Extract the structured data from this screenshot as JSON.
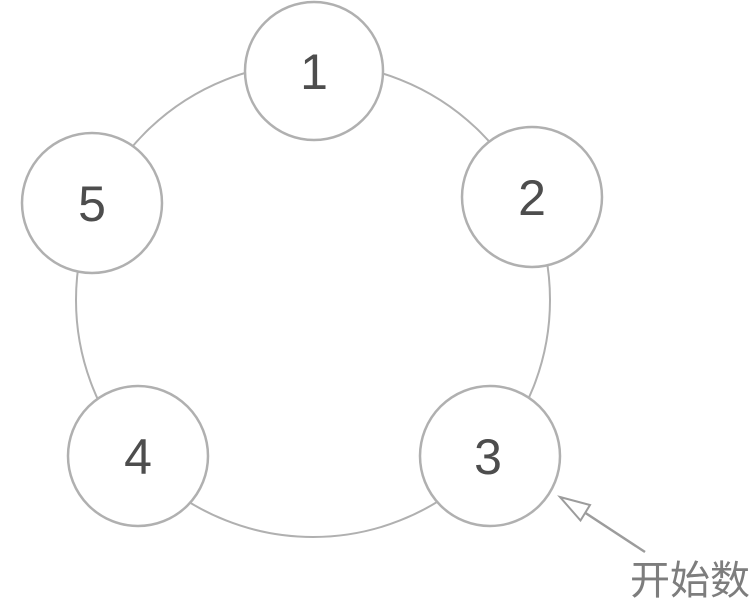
{
  "page": {
    "background": "#ffffff"
  },
  "diagram": {
    "type": "circle-of-numbered-nodes",
    "colors": {
      "ring_stroke": "#b0b0b0",
      "node_fill": "#ffffff",
      "node_stroke": "#b0b0b0",
      "number_text": "#4d4d4d",
      "arrow": "#9c9c9c",
      "annotation_text": "#7d7d7d"
    },
    "nodes": [
      {
        "label": "1"
      },
      {
        "label": "2"
      },
      {
        "label": "3"
      },
      {
        "label": "4"
      },
      {
        "label": "5"
      }
    ],
    "annotation": {
      "label": "开始数",
      "points_to_node": "3"
    }
  }
}
